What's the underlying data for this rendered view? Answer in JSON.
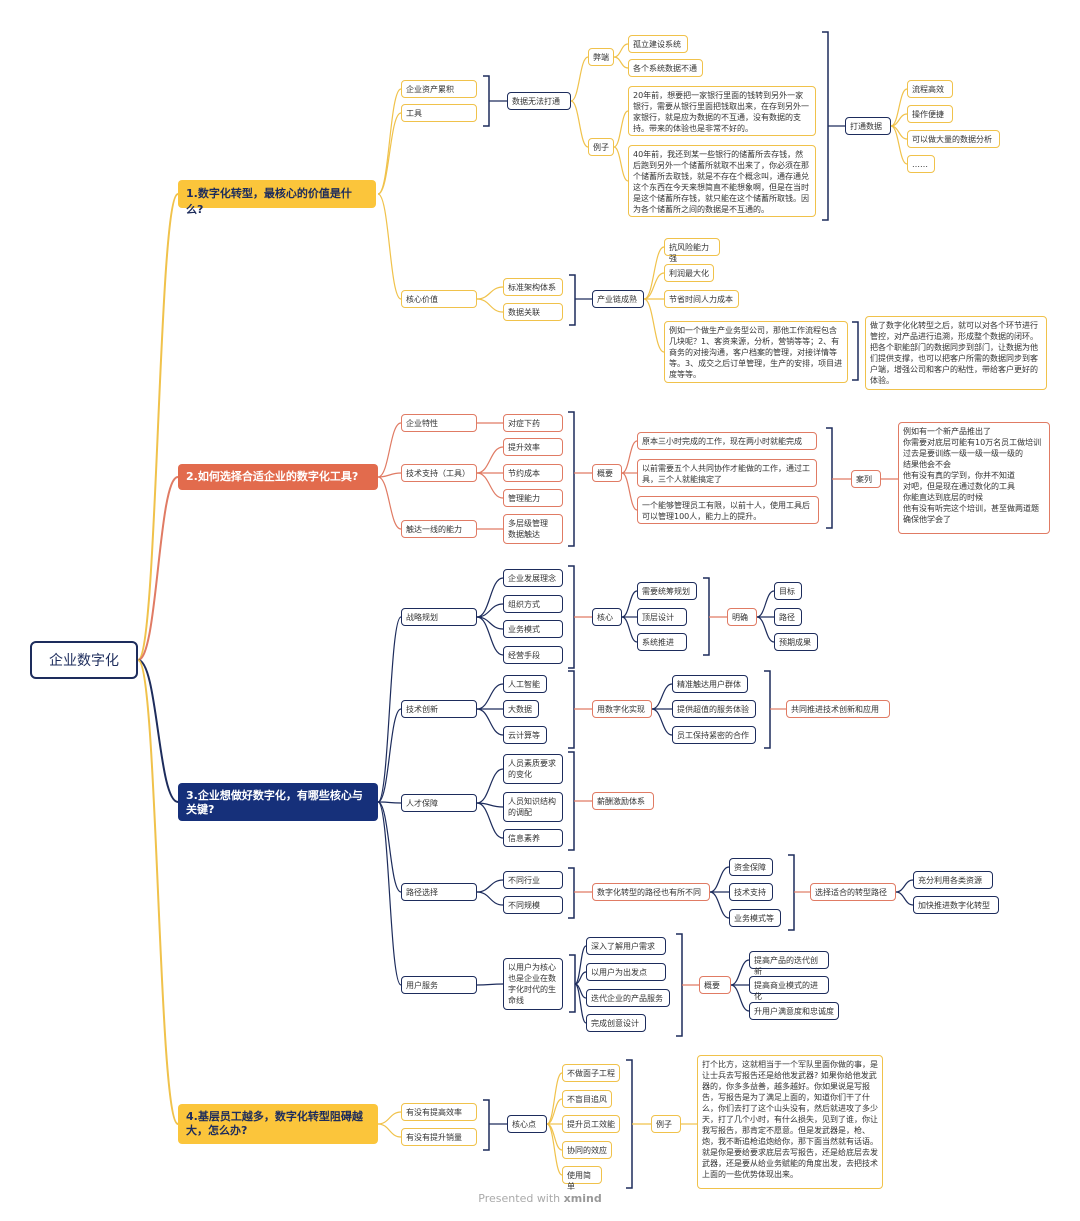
{
  "root": "企业数字化",
  "footer": {
    "presented": "Presented with",
    "brand": "xmind"
  },
  "b1": {
    "title": "1.数字化转型，最核心的价值是什么?",
    "asset": "企业资产累积",
    "tool": "工具",
    "data_block": "数据无法打通",
    "bibing": "弊端",
    "bibing_1": "孤立建设系统",
    "bibing_2": "各个系统数据不通",
    "example": "例子",
    "example_1": "20年前，想要把一家银行里面的钱转到另外一家银行，需要从银行里面把钱取出来，在存到另外一家银行，就是应为数据的不互通，没有数据的支持。带来的体验也是非常不好的。",
    "example_2": "40年前，我还到某一些银行的储蓄所去存钱，然后跑到另外一个储蓄所就取不出来了，你必须在那个储蓄所去取钱，就是不存在个概念叫，通存通兑这个东西在今天来想简直不能想象啊，但是在当时是这个储蓄所存钱，就只能在这个储蓄所取钱。因为各个储蓄所之间的数据是不互通的。",
    "datong": "打通数据",
    "datong_1": "流程高效",
    "datong_2": "操作便捷",
    "datong_3": "可以做大量的数据分析",
    "datong_4": "……",
    "core_value": "核心价值",
    "standard": "标准架构体系",
    "data_link": "数据关联",
    "industry": "产业链成熟",
    "ind_1": "抗风险能力强",
    "ind_2": "利润最大化",
    "ind_3": "节省时间人力成本",
    "ind_example": "例如一个做生产业务型公司，那他工作流程包含几块呢？1、客资来源，分析，营销等等；2、有商务的对接沟通，客户档案的管理，对接详情等等。3、成交之后订单管理，生产的安排，项目进度等等。",
    "ind_result": "做了数字化化转型之后，就可以对各个环节进行管控，对产品进行追溯，形成整个数据的闭环。把各个职能部门的数据同步到部门，让数据为他们提供支撑，也可以把客户所需的数据同步到客户端，增强公司和客户的粘性，带给客户更好的体验。"
  },
  "b2": {
    "title": "2.如何选择合适企业的数字化工具?",
    "trait": "企业特性",
    "trait_1": "对症下药",
    "tech": "技术支持（工具）",
    "tech_1": "提升效率",
    "tech_2": "节约成本",
    "tech_3": "管理能力",
    "reach": "触达一线的能力",
    "reach_1": "多层级管理\n数据触达",
    "summary": "概要",
    "sum_1": "原本三小时完成的工作，现在两小时就能完成",
    "sum_2": "以前需要五个人共同协作才能做的工作，通过工具，三个人就能搞定了",
    "sum_3": "一个能够管理员工有限，以前十人，使用工具后可以管理100人，能力上的提升。",
    "case": "案列",
    "case_text": "例如有一个新产品推出了\n你需要对底层可能有10万名员工做培训\n过去是要训练一级一级一级一级的\n结果他会不会\n他有没有真的学到，你并不知道\n对吧，但是现在通过数化的工具\n你能直达到底层的时候\n他有没有听完这个培训，甚至做两道题确保他学会了"
  },
  "b3": {
    "title": "3.企业想做好数字化，有哪些核心与关键?",
    "strategy": "战略规划",
    "st_1": "企业发展理念",
    "st_2": "组织方式",
    "st_3": "业务模式",
    "st_4": "经营手段",
    "st_core": "核心",
    "core_1": "需要统筹规划",
    "core_2": "顶层设计",
    "core_3": "系统推进",
    "clear": "明确",
    "clear_1": "目标",
    "clear_2": "路径",
    "clear_3": "预期成果",
    "innovate": "技术创新",
    "in_1": "人工智能",
    "in_2": "大数据",
    "in_3": "云计算等",
    "digital_impl": "用数字化实现",
    "impl_1": "精准触达用户群体",
    "impl_2": "提供超值的服务体验",
    "impl_3": "员工保持紧密的合作",
    "co_promote": "共同推进技术创新和应用",
    "talent": "人才保障",
    "ta_1": "人员素质要求的变化",
    "ta_2": "人员知识结构的调配",
    "ta_3": "信息素养",
    "salary": "薪酬激励体系",
    "path": "路径选择",
    "pa_1": "不同行业",
    "pa_2": "不同规模",
    "path_diff": "数字化转型的路径也有所不同",
    "pd_1": "资金保障",
    "pd_2": "技术支持",
    "pd_3": "业务模式等",
    "choose": "选择适合的转型路径",
    "ch_1": "充分利用各类资源",
    "ch_2": "加快推进数字化转型",
    "service": "用户服务",
    "user_core": "以用户为核心也是企业在数字化时代的生命线",
    "us_1": "深入了解用户需求",
    "us_2": "以用户为出发点",
    "us_3": "迭代企业的产品服务",
    "us_4": "完成创意设计",
    "us_summary": "概要",
    "usum_1": "提高产品的迭代创新",
    "usum_2": "提高商业模式的进化",
    "usum_3": "升用户满意度和忠诚度"
  },
  "b4": {
    "title": "4.基层员工越多，数字化转型阻碍越大，怎么办?",
    "q1": "有没有提高效率",
    "q2": "有没有提升销量",
    "key": "核心点",
    "k_1": "不做面子工程",
    "k_2": "不盲目追风",
    "k_3": "提升员工效能",
    "k_4": "协同的效应",
    "k_5": "使用简单",
    "example": "例子",
    "example_text": "打个比方，这就相当于一个军队里面你做的事，是让士兵去写报告还是给他发武器? 如果你给他发武器的，你多多益善，越多越好。你如果说是写报告，写报告是为了满足上面的，知道你们干了什么，你们去打了这个山头没有，然后就进攻了多少天，打了几个小时，有什么损失，见到了谁，你让我写报告，那肯定不愿意。但是发武器是，枪、炮，我不断追枪追炮给你，那下面当然就有话语。就是你是要给要求底层去写报告，还是给底层去发武器，还是要从给业务赋能的角度出发，去把技术上面的一些优势体现出来。"
  }
}
